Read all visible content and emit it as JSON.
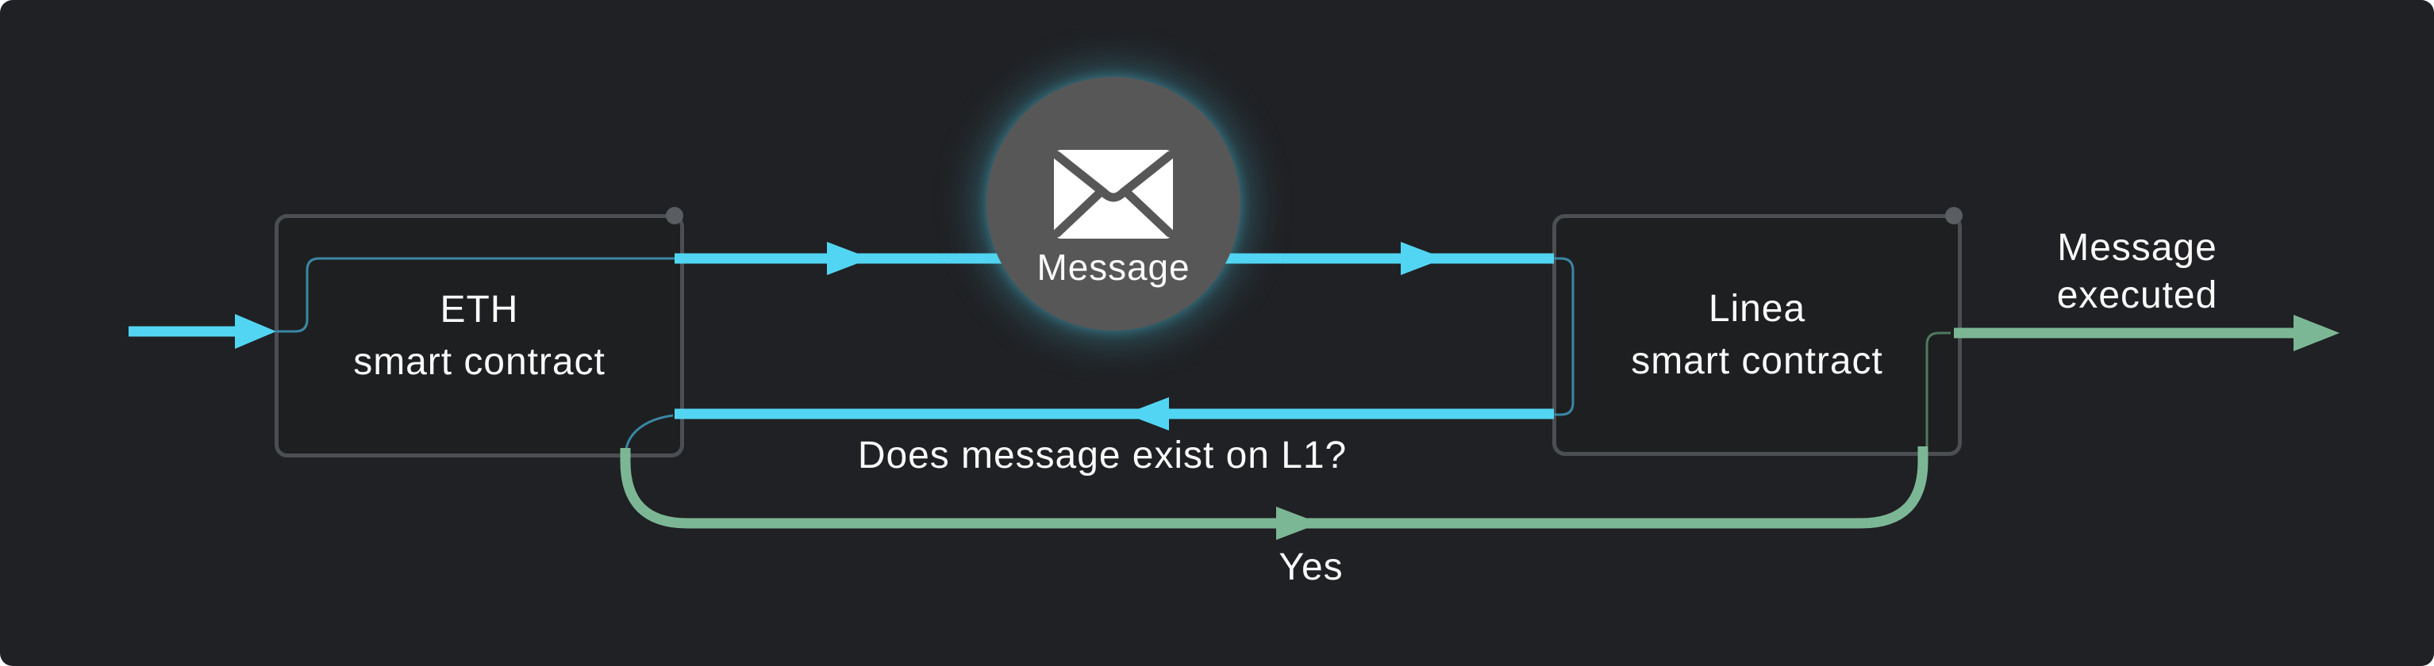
{
  "diagram": {
    "nodes": {
      "eth": {
        "line1": "ETH",
        "line2": "smart contract"
      },
      "linea": {
        "line1": "Linea",
        "line2": "smart contract"
      },
      "message": {
        "label": "Message",
        "icon": "envelope-icon"
      }
    },
    "edges": {
      "return_label": "Does message exist on L1?",
      "yes_label": "Yes",
      "executed_line1": "Message",
      "executed_line2": "executed"
    },
    "colors": {
      "background": "#202124",
      "cyan": "#52d5f2",
      "teal_thin": "#3a87a3",
      "green": "#7cb795",
      "green_thin": "#4e7a5e",
      "box_border": "#4b4e52",
      "box_fill": "#1e1f21",
      "node_dot": "#5a5e62",
      "circle_fill": "#575757",
      "text": "#fafafa"
    }
  }
}
